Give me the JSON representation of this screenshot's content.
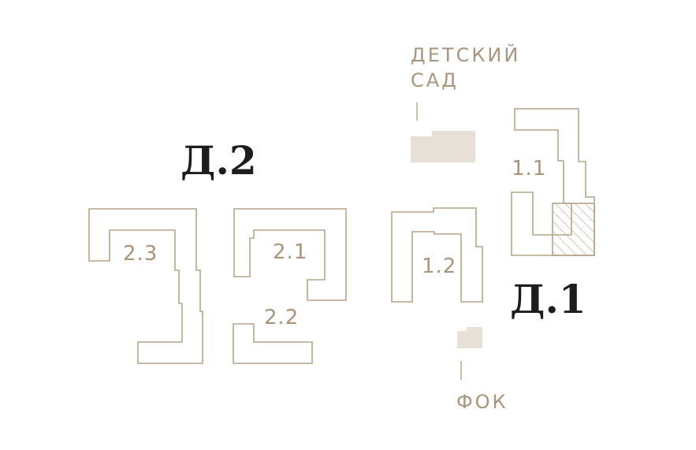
{
  "districts": {
    "d2": "Д.2",
    "d1": "Д.1"
  },
  "buildings": {
    "b2_3": "2.3",
    "b2_1": "2.1",
    "b2_2": "2.2",
    "b1_2": "1.2",
    "b1_1": "1.1"
  },
  "facilities": {
    "kindergarten_line1": "ДЕТСКИЙ",
    "kindergarten_line2": "САД",
    "sports": "ФОК"
  },
  "colors": {
    "outline": "#b7a489",
    "label": "#a8957b",
    "district": "#1d1d1b",
    "fill": "#e7e0d6"
  }
}
